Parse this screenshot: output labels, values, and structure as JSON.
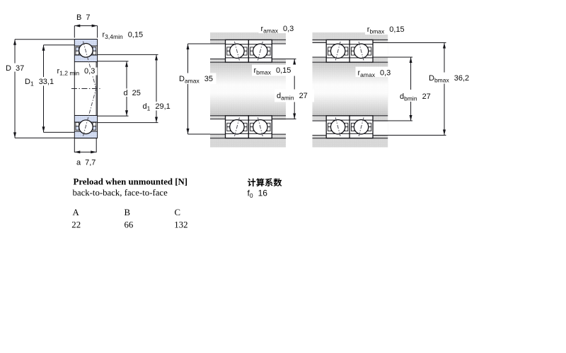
{
  "page": {
    "title": "Angular contact ball bearing dimensions drawing",
    "background": "#ffffff"
  },
  "figure": {
    "single_bearing": {
      "description": "single bearing cross-section",
      "dims": {
        "B": {
          "base": "B",
          "value": "7"
        },
        "r34": {
          "base": "r",
          "sub": "3,4min",
          "value": "0,15"
        },
        "D": {
          "base": "D",
          "value": "37"
        },
        "D1": {
          "base": "D",
          "sub": "1",
          "value": "33,1"
        },
        "r12": {
          "base": "r",
          "sub": "1,2 min",
          "value": "0,3"
        },
        "d": {
          "base": "d",
          "value": "25"
        },
        "d1": {
          "base": "d",
          "sub": "1",
          "value": "29,1"
        },
        "a": {
          "base": "a",
          "value": "7,7"
        }
      }
    },
    "back_to_back": {
      "description": "paired bearings abutment drawing (left)",
      "dims": {
        "ramax": {
          "base": "r",
          "sub": "amax",
          "value": "0,3"
        },
        "Damax": {
          "base": "D",
          "sub": "amax",
          "value": "35"
        },
        "rbmax": {
          "base": "r",
          "sub": "bmax",
          "value": "0,15"
        },
        "damin": {
          "base": "d",
          "sub": "amin",
          "value": "27"
        }
      }
    },
    "face_to_face": {
      "description": "paired bearings abutment drawing (right)",
      "dims": {
        "rbmax": {
          "base": "r",
          "sub": "bmax",
          "value": "0,15"
        },
        "ramax": {
          "base": "r",
          "sub": "amax",
          "value": "0,3"
        },
        "Dbmax": {
          "base": "D",
          "sub": "bmax",
          "value": "36,2"
        },
        "dbmin": {
          "base": "d",
          "sub": "bmin",
          "value": "27"
        }
      }
    }
  },
  "notes": {
    "preload_title": "Preload when unmounted [N]",
    "preload_subtitle": "back-to-back, face-to-face",
    "calculation_factor_title": "计算系数",
    "f0": {
      "base": "f",
      "sub": "0",
      "value": "16"
    }
  },
  "table": {
    "headers": [
      "A",
      "B",
      "C"
    ],
    "values": [
      "22",
      "66",
      "132"
    ]
  },
  "colors": {
    "line": "#15151a",
    "hatch_blue": "#ccd6ee",
    "steel_grey": "#d4d4d4",
    "background": "#ffffff"
  }
}
